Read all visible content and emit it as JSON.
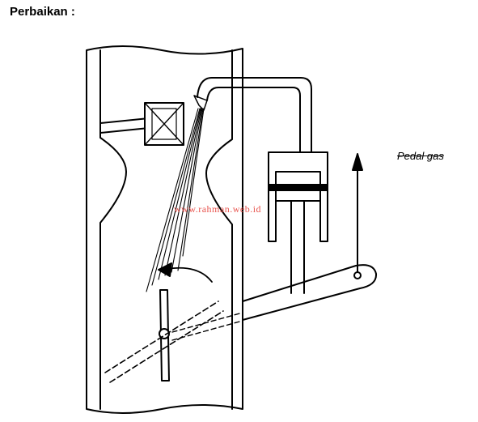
{
  "heading": "Perbaikan :",
  "pedal_label": "Pedal gas",
  "watermark": "www.rahman.web.id",
  "colors": {
    "ink": "#000000",
    "watermark": "#e8554f",
    "background": "#ffffff"
  },
  "icons": {
    "arrow_up": "up-arrow-icon",
    "rotation_arrow": "curved-arrow-icon"
  }
}
